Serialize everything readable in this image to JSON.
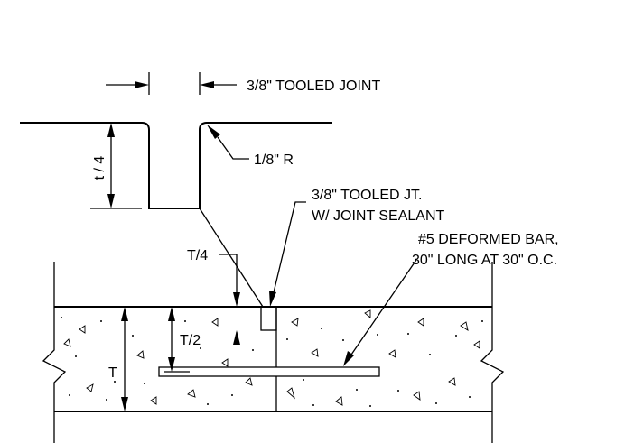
{
  "labels": {
    "tooled_joint": "3/8\" TOOLED JOINT",
    "radius": "1/8\" R",
    "small_depth": "t / 4",
    "sealant_line1": "3/8\" TOOLED JT.",
    "sealant_line2": "W/ JOINT SEALANT",
    "bar_line1": "#5 DEFORMED BAR,",
    "bar_line2": "30\" LONG AT 30\" O.C.",
    "quarter_depth": "T/4",
    "half_depth": "T/2",
    "thickness": "T"
  },
  "colors": {
    "line": "#000000",
    "background": "#ffffff",
    "bar_fill": "#ffffff"
  }
}
